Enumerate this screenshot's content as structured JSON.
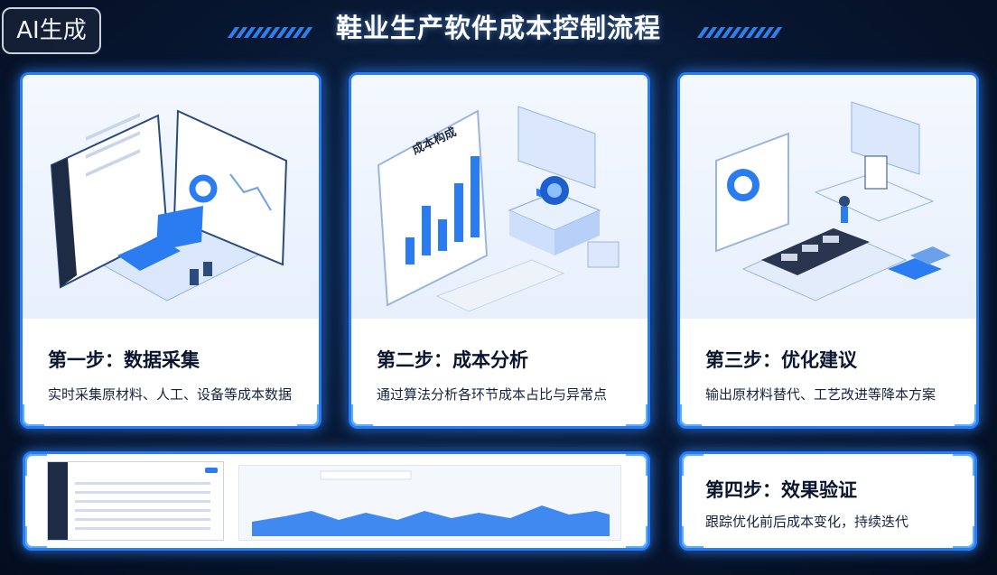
{
  "badge": "AI生成",
  "title": "鞋业生产软件成本控制流程",
  "steps": [
    {
      "title": "第一步：数据采集",
      "desc": "实时采集原材料、人工、设备等成本数据"
    },
    {
      "title": "第二步：成本分析",
      "desc": "通过算法分析各环节成本占比与异常点"
    },
    {
      "title": "第三步：优化建议",
      "desc": "输出原材料替代、工艺改进等降本方案"
    },
    {
      "title": "第四步：效果验证",
      "desc": "跟踪优化前后成本变化，持续迭代"
    }
  ],
  "illustration2": {
    "chart_label": "成本构成",
    "bars": [
      28,
      46,
      34,
      60,
      75
    ]
  },
  "colors": {
    "accent": "#2b7cf0",
    "background": "#071630",
    "card": "#ffffff"
  }
}
